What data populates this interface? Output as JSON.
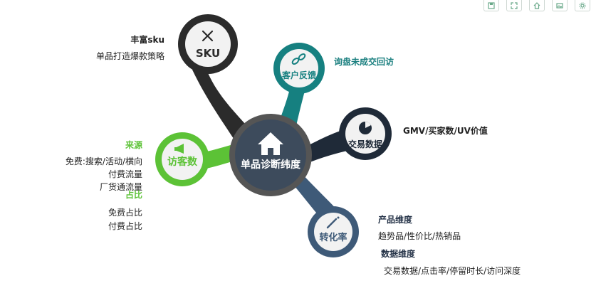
{
  "center": {
    "label": "单品诊断纬度"
  },
  "nodes": {
    "sku": {
      "label": "SKU",
      "title": "丰富sku",
      "lines": [
        "单品打造爆款策略"
      ]
    },
    "feedback": {
      "label": "客户反馈",
      "title": "询盘未成交回访"
    },
    "trade": {
      "label": "交易数据",
      "title": "GMV/买家数/UV价值"
    },
    "visitors": {
      "label": "访客数",
      "source_title": "来源",
      "source_lines": [
        "免费:搜索/活动/横向",
        "付费流量",
        "厂货通流量"
      ],
      "ratio_title": "占比",
      "ratio_lines": [
        "免费占比",
        "付费占比"
      ]
    },
    "conversion": {
      "label": "转化率",
      "product_title": "产品维度",
      "product_line": "趋势品/性价比/热销品",
      "data_title": "数据维度",
      "data_line": "交易数据/点击率/停留时长/访问深度"
    }
  },
  "colors": {
    "sku": "#2b2b2b",
    "feedback": "#168080",
    "trade": "#1f2a38",
    "visitors": "#5cc236",
    "conversion": "#3e5a78",
    "center": "#555555",
    "center_inner": "#3a4a5e"
  },
  "toolbar_icons": [
    "save-icon",
    "expand-icon",
    "home-icon",
    "image-icon",
    "settings-icon"
  ]
}
